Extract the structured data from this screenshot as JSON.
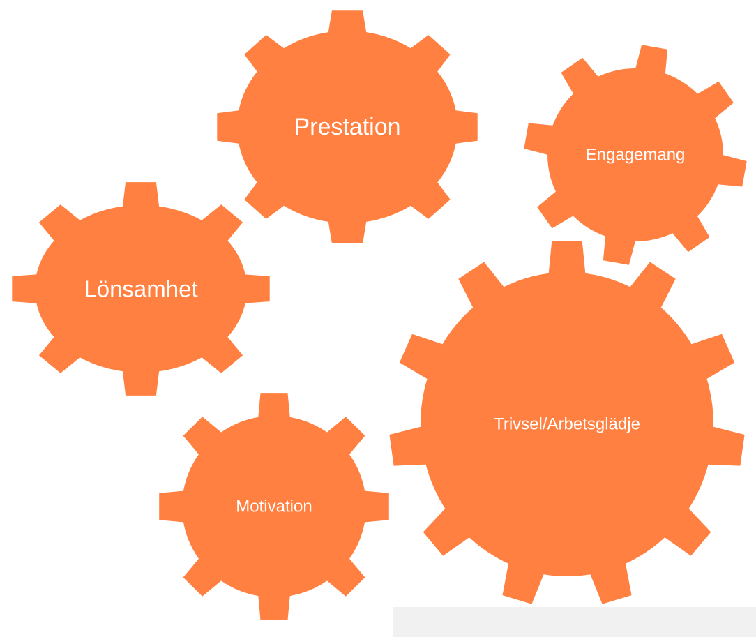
{
  "diagram": {
    "fill_color": "#FF8040",
    "text_color": "#FFFFFF",
    "gears": [
      {
        "id": "prestation",
        "label": "Prestation",
        "teeth": 8
      },
      {
        "id": "engagemang",
        "label": "Engagemang",
        "teeth": 8
      },
      {
        "id": "lonsamhet",
        "label": "Lönsamhet",
        "teeth": 8
      },
      {
        "id": "motivation",
        "label": "Motivation",
        "teeth": 8
      },
      {
        "id": "trivsel",
        "label": "Trivsel/Arbetsglädje",
        "teeth": 11
      }
    ]
  }
}
